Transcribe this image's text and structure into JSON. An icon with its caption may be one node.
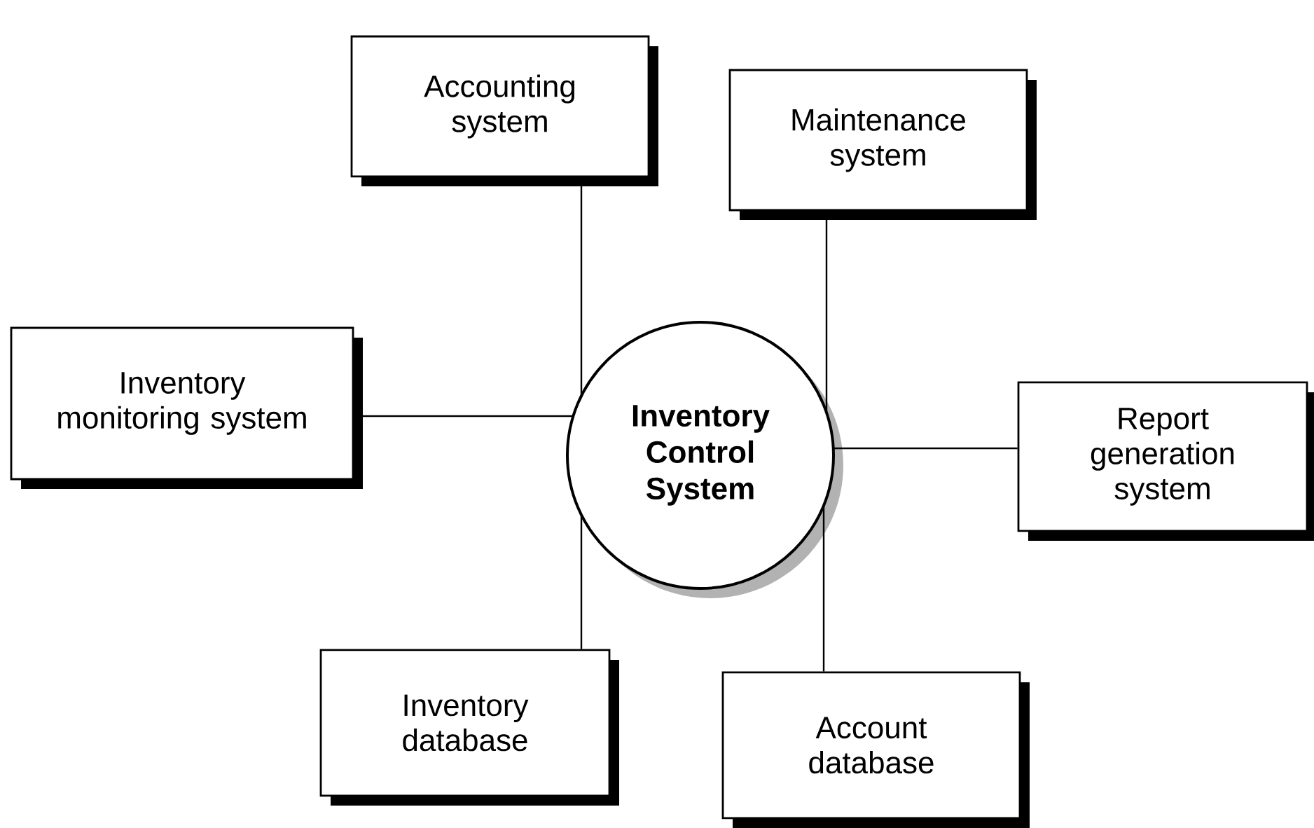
{
  "diagram": {
    "nodes": [
      {
        "text": [
          "Inventory Control System"
        ]
      },
      {
        "text": [
          "Accounting system"
        ]
      },
      {
        "text": [
          "Maintenance system"
        ]
      },
      {
        "text": [
          "Inventory monitoring system"
        ]
      },
      {
        "text": [
          "Report generation system"
        ]
      },
      {
        "text": [
          "Inventory database"
        ]
      },
      {
        "text": [
          "Account database"
        ]
      }
    ],
    "edges": [
      {
        "from": 0,
        "to": 1,
        "arrow": "none"
      },
      {
        "from": 0,
        "to": 2,
        "arrow": "none"
      },
      {
        "from": 0,
        "to": 3,
        "arrow": "none"
      },
      {
        "from": 0,
        "to": 4,
        "arrow": "none"
      },
      {
        "from": 0,
        "to": 5,
        "arrow": "none"
      },
      {
        "from": 0,
        "to": 6,
        "arrow": "none"
      }
    ]
  }
}
